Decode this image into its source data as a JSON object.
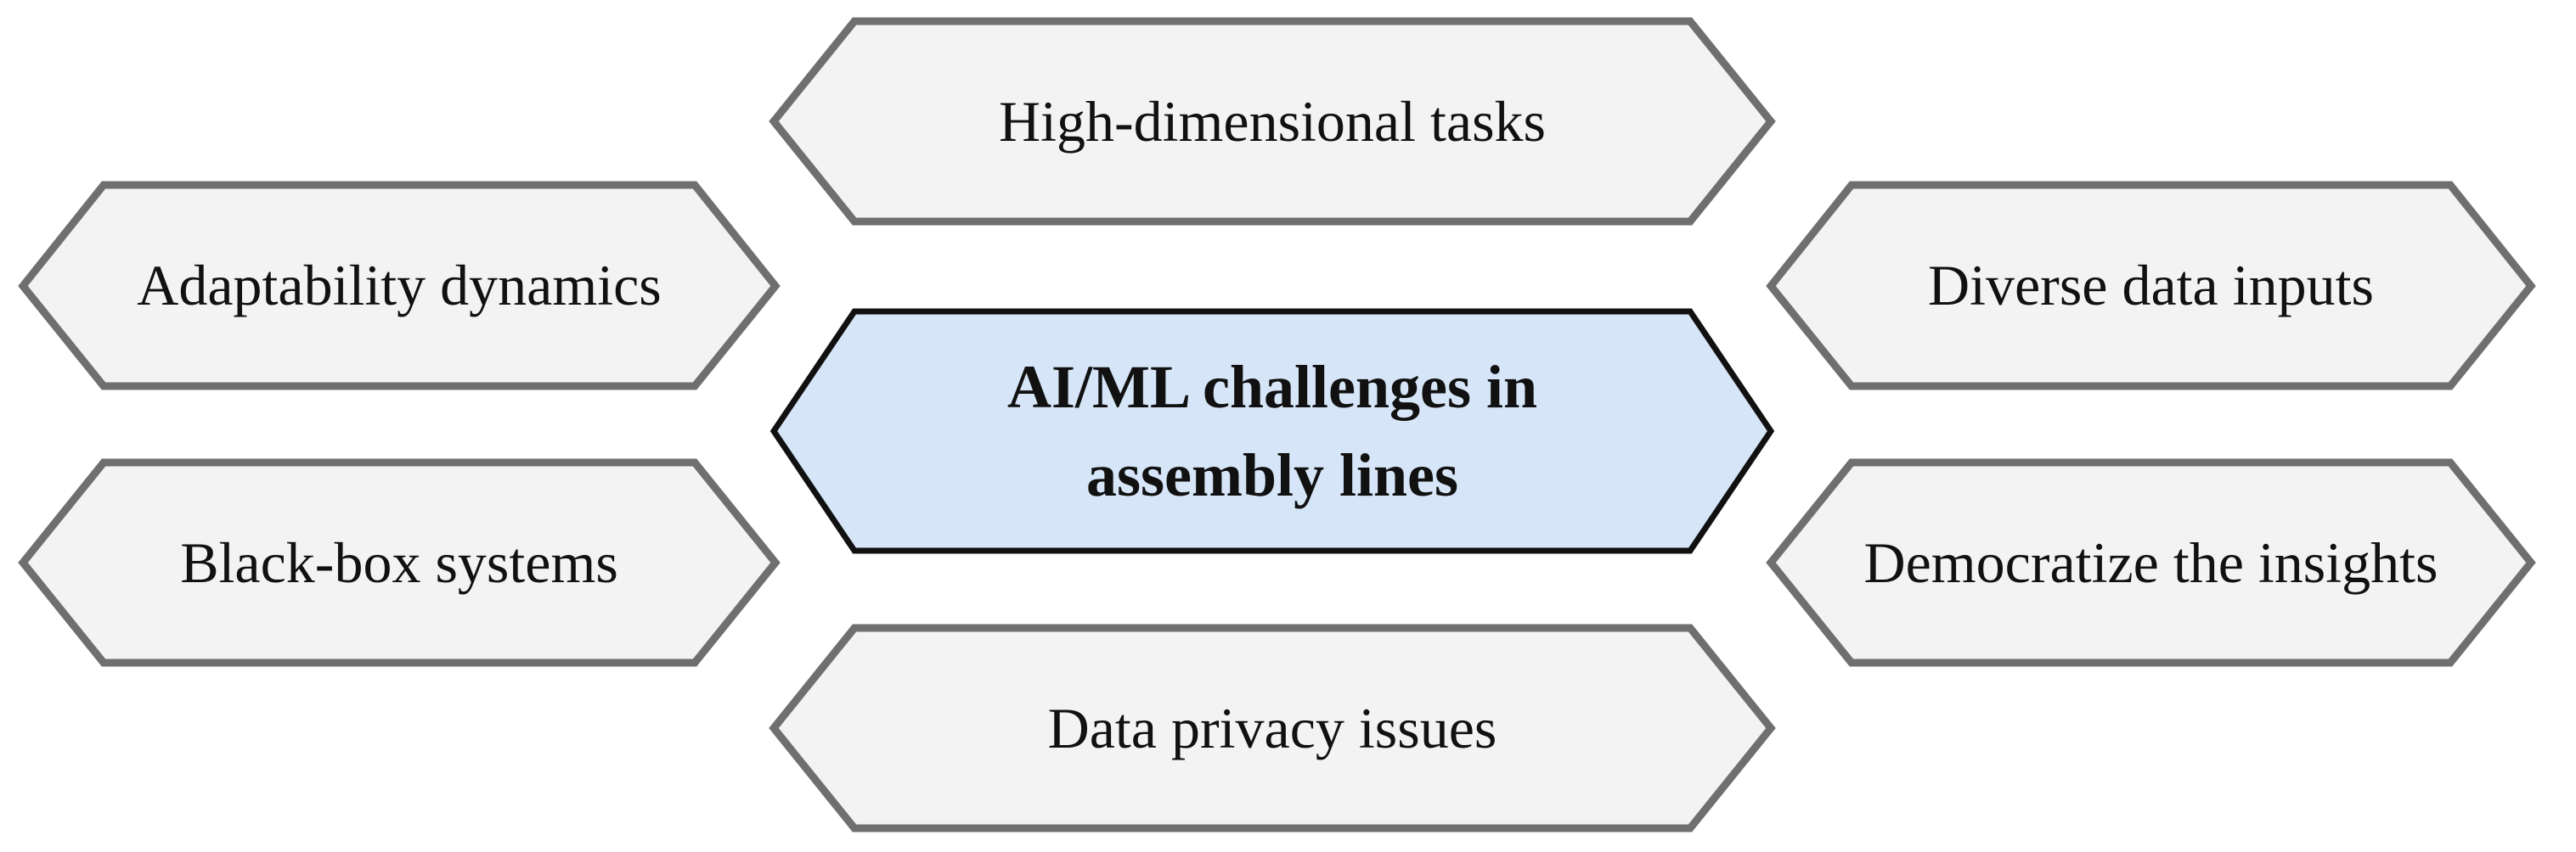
{
  "diagram": {
    "center": "AI/ML challenges in assembly lines",
    "nodes": {
      "top": "High-dimensional tasks",
      "left_top": "Adaptability dynamics",
      "right_top": "Diverse data inputs",
      "left_bottom": "Black-box systems",
      "right_bottom": "Democratize the insights",
      "bottom": "Data privacy issues"
    }
  },
  "colors": {
    "outer_fill": "#f3f3f3",
    "outer_stroke": "#6f6f6f",
    "center_fill": "#d6e5f7",
    "center_stroke": "#111111"
  }
}
